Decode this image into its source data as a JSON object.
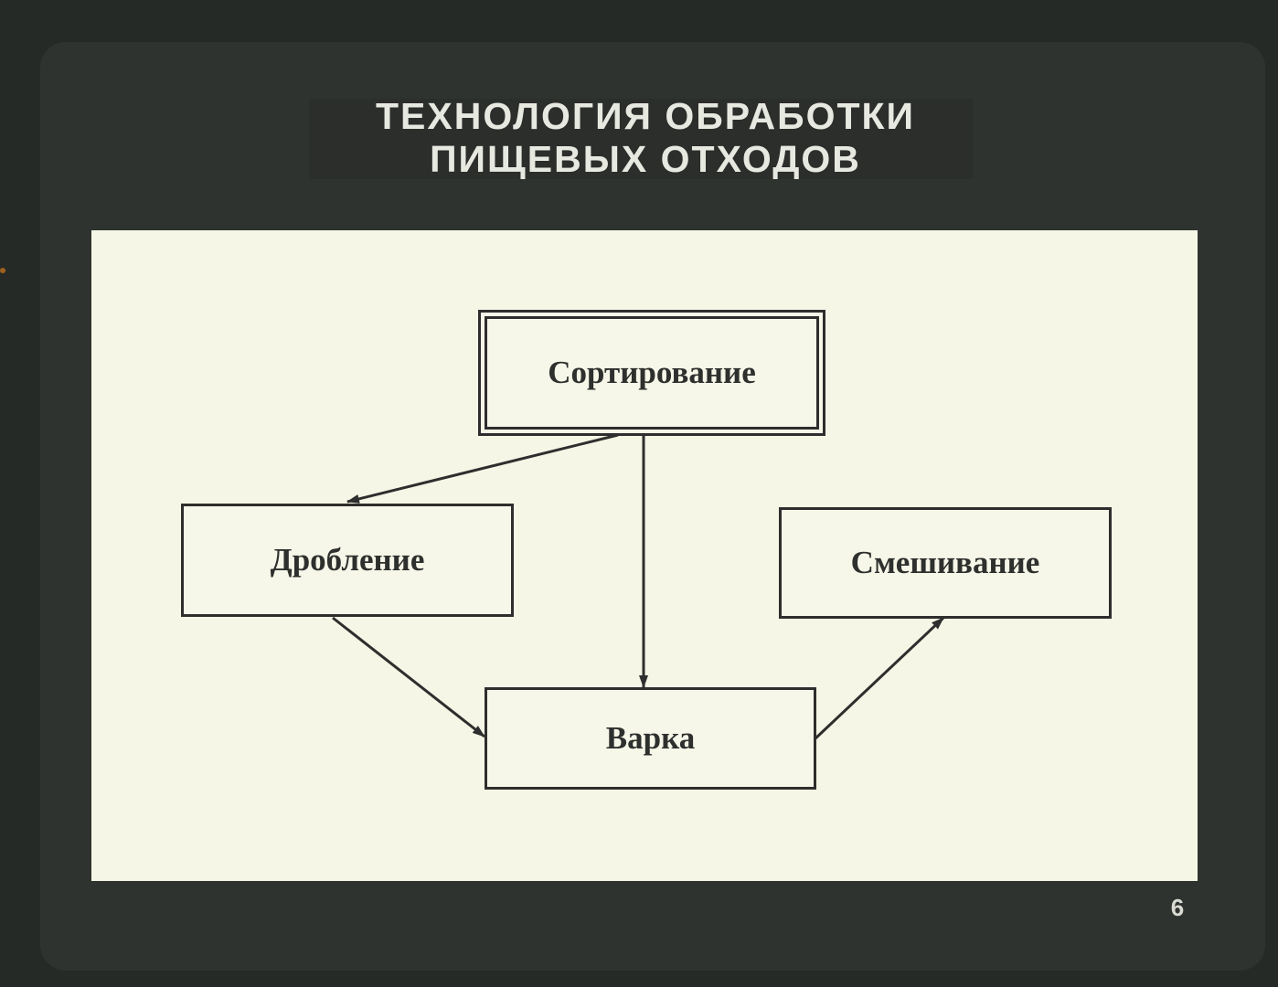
{
  "slide": {
    "title_line1": "ТЕХНОЛОГИЯ ОБРАБОТКИ",
    "title_line2": "ПИЩЕВЫХ ОТХОДОВ",
    "page_number": "6"
  },
  "diagram": {
    "nodes": {
      "sorting": "Сортирование",
      "crushing": "Дробление",
      "mixing": "Смешивание",
      "cooking": "Варка"
    },
    "edges": [
      {
        "from": "sorting",
        "to": "crushing"
      },
      {
        "from": "sorting",
        "to": "cooking"
      },
      {
        "from": "crushing",
        "to": "cooking"
      },
      {
        "from": "cooking",
        "to": "mixing"
      }
    ]
  },
  "colors": {
    "background": "#262a26",
    "slide": "#2f332f",
    "panel": "#f5f6e5",
    "ink": "#2e2e2e",
    "title_text": "#e7e9e1"
  }
}
